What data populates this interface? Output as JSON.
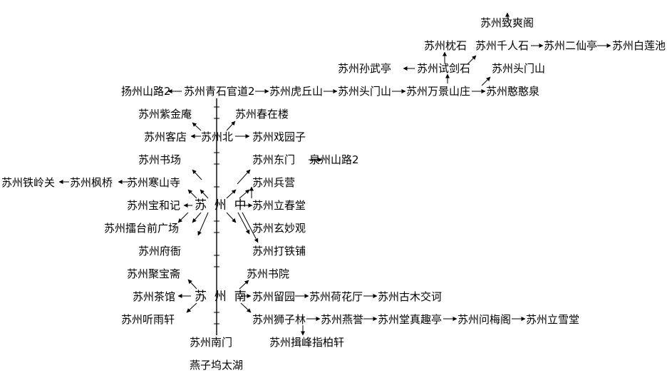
{
  "text_color": "#000000",
  "background": "#ffffff",
  "labels": {
    "zhishuang": "苏州致爽阁",
    "zhenshi": "苏州枕石",
    "qianrenshi": "苏州千人石",
    "erxianting": "苏州二仙亭",
    "bailianchi": "苏州白莲池",
    "sunwuting": "苏州孙武亭",
    "shijianshi": "苏州试剑石",
    "toumenshan_top": "苏州头门山",
    "yangzhou": "扬州山路2",
    "qingshi": "苏州青石官道2",
    "huqiushan": "苏州虎丘山",
    "toumenshan_main": "苏州头门山",
    "wanjing": "苏州万景山庄",
    "hanhanquan": "苏州憨憨泉",
    "zijinan": "苏州紫金庵",
    "chunzailou": "苏州春在楼",
    "kedian": "苏州客店",
    "north": "苏州北",
    "xiyuanzi": "苏州戏园子",
    "shuchang": "苏州书场",
    "dongmen": "苏州东门",
    "quanzhou": "泉州山路2",
    "tielingguan": "苏州铁岭关",
    "fengqiao": "苏州枫桥",
    "hanshansi": "苏州寒山寺",
    "bingying": "苏州兵营",
    "baohe": "苏州宝和记",
    "center": "苏  州  中",
    "lichuntang": "苏州立春堂",
    "leitai": "苏州擂台前广场",
    "xuanmiao": "苏州玄妙观",
    "fujie": "苏州府衙",
    "datiepu": "苏州打铁铺",
    "jubaozhai": "苏州聚宝斋",
    "shuyuan": "苏州书院",
    "chaguan": "苏州茶馆",
    "south": "苏  州  南",
    "liuyuan": "苏州留园",
    "hehuating": "苏州荷花厅",
    "gumu": "苏州古木交诃",
    "tingyu": "苏州听雨轩",
    "shizilin": "苏州狮子林",
    "yanyu": "苏州燕誉",
    "tangzhenqu": "苏州堂真趣亭",
    "wenmeige": "苏州问梅阁",
    "lixuetang": "苏州立雪堂",
    "nanmen": "苏州南门",
    "yanziwu": "燕子坞太湖",
    "zhifeng": "苏州揖峰指柏轩"
  }
}
